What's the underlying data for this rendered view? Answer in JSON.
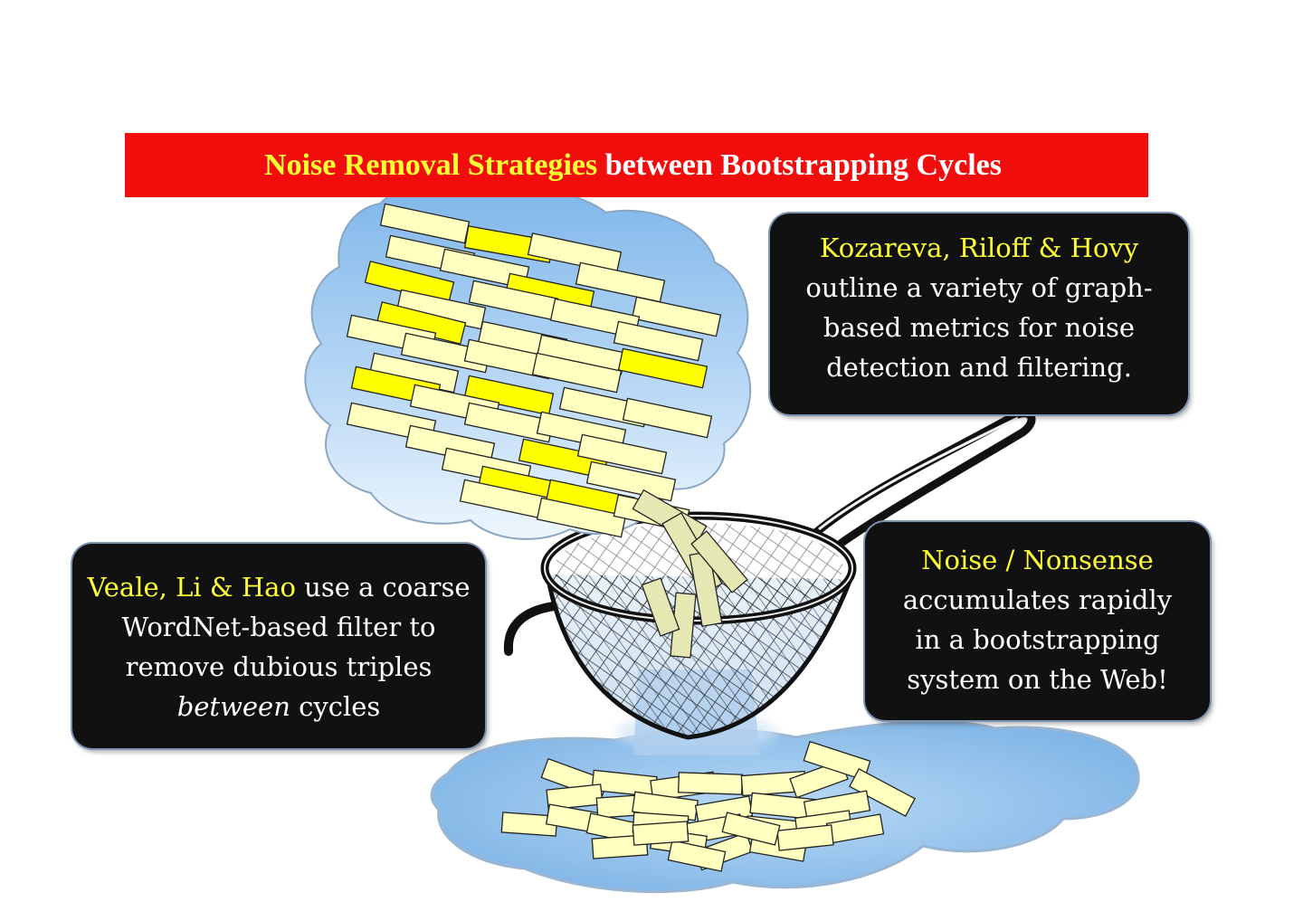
{
  "banner": {
    "highlight": "Noise Removal Strategies",
    "rest": "between Bootstrapping Cycles"
  },
  "notes": {
    "kozareva": {
      "highlight": "Kozareva, Riloff & Hovy",
      "line1": "outline a variety of graph-",
      "line2": "based metrics for noise",
      "line3": "detection and filtering."
    },
    "noise": {
      "highlight": "Noise / Nonsense",
      "line1": "accumulates rapidly",
      "line2": "in a bootstrapping",
      "line3": "system on the Web!"
    },
    "veale": {
      "highlight": "Veale, Li & Hao",
      "line1_rest": "use a coarse",
      "line2": "WordNet-based filter to",
      "line3": "remove dubious triples",
      "line4_italic": "between",
      "line4_rest": "cycles"
    }
  },
  "colors": {
    "banner_bg": "#f20d0d",
    "highlight_text": "#ffff33",
    "note_bg": "#111111",
    "cloud_fill": "#9cc8f2",
    "puddle_fill": "#8fc0ec",
    "slip_pale": "#ffffc0",
    "slip_bright": "#ffff00",
    "slip_sieved": "#e6e8b4"
  },
  "icons": {
    "cloud": "cloud-of-triples",
    "sieve": "colander-sieve-icon",
    "puddle": "water-puddle"
  }
}
